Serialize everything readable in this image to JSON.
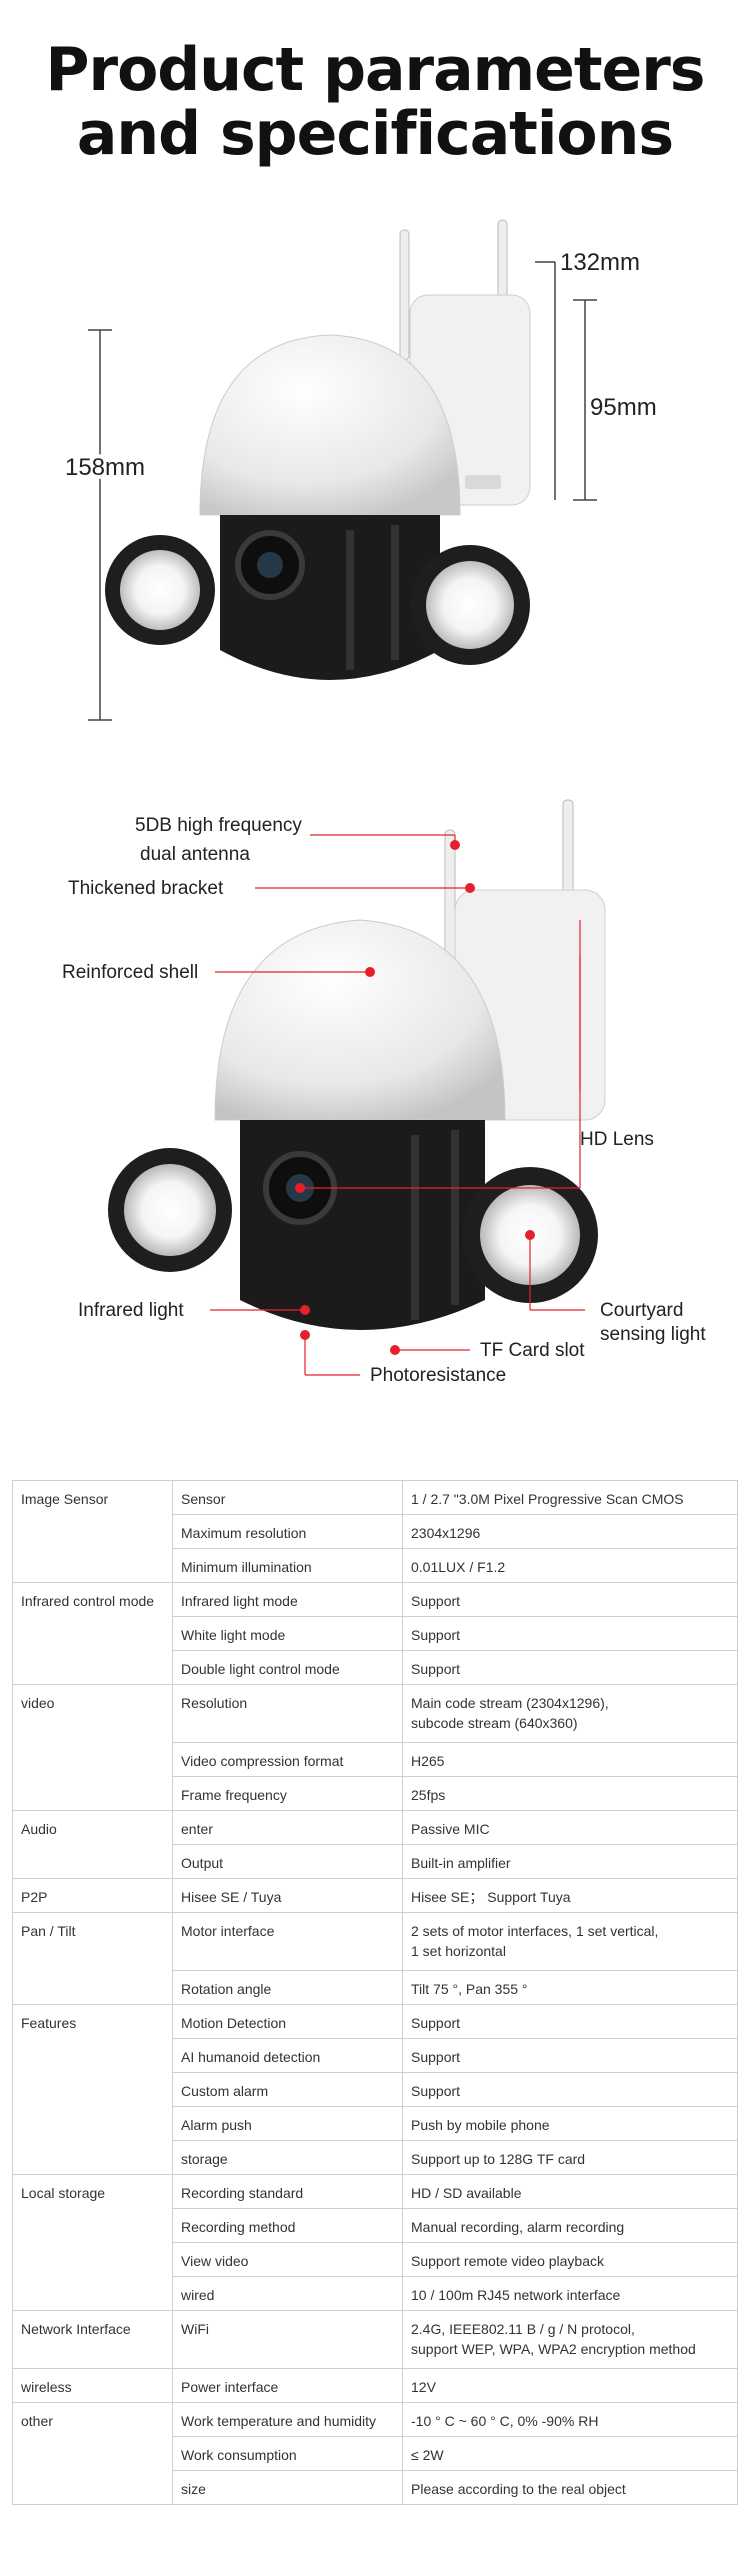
{
  "title": {
    "line1": "Product parameters",
    "line2": "and specifications"
  },
  "dimensions": {
    "total_height": "158mm",
    "bracket_depth": "132mm",
    "bracket_height": "95mm"
  },
  "callouts": {
    "antenna_line1": "5DB high frequency",
    "antenna_line2": "dual antenna",
    "bracket": "Thickened bracket",
    "shell": "Reinforced shell",
    "lens": "HD Lens",
    "infrared": "Infrared light",
    "courtyard_line1": "Courtyard",
    "courtyard_line2": "sensing light",
    "tf_card": "TF Card slot",
    "photoresistance": "Photoresistance"
  },
  "colors": {
    "callout_dot": "#e5202e",
    "camera_body": "#1b1b1b",
    "shell": "#f2f2f2"
  },
  "specs": [
    {
      "category": "Image Sensor",
      "rows": [
        {
          "item": "Sensor",
          "value": "1 / 2.7 \"3.0M Pixel Progressive Scan CMOS"
        },
        {
          "item": "Maximum resolution",
          "value": "2304x1296"
        },
        {
          "item": "Minimum illumination",
          "value": "0.01LUX / F1.2"
        }
      ]
    },
    {
      "category": "Infrared control mode",
      "rows": [
        {
          "item": "Infrared light mode",
          "value": "Support"
        },
        {
          "item": "White light mode",
          "value": "Support"
        },
        {
          "item": "Double light control mode",
          "value": "Support"
        }
      ]
    },
    {
      "category": "video",
      "rows": [
        {
          "item": "Resolution",
          "value": "Main code stream (2304x1296),\nsubcode stream (640x360)"
        },
        {
          "item": "Video compression format",
          "value": "H265"
        },
        {
          "item": "Frame frequency",
          "value": "25fps"
        }
      ]
    },
    {
      "category": "Audio",
      "rows": [
        {
          "item": "enter",
          "value": "Passive MIC"
        },
        {
          "item": "Output",
          "value": "Built-in amplifier"
        }
      ]
    },
    {
      "category": "P2P",
      "rows": [
        {
          "item": "Hisee SE / Tuya",
          "value": "Hisee SE； Support Tuya"
        }
      ]
    },
    {
      "category": "Pan / Tilt",
      "rows": [
        {
          "item": "Motor interface",
          "value": "2 sets of motor interfaces, 1 set vertical,\n1 set horizontal"
        },
        {
          "item": "Rotation angle",
          "value": "Tilt 75 °, Pan 355 °"
        }
      ]
    },
    {
      "category": "Features",
      "rows": [
        {
          "item": "Motion Detection",
          "value": "Support"
        },
        {
          "item": "AI humanoid detection",
          "value": "Support"
        },
        {
          "item": "Custom alarm",
          "value": "Support"
        },
        {
          "item": "Alarm push",
          "value": "Push by mobile phone"
        },
        {
          "item": "storage",
          "value": "Support up to 128G TF card"
        }
      ]
    },
    {
      "category": "Local storage",
      "rows": [
        {
          "item": "Recording standard",
          "value": "HD / SD available"
        },
        {
          "item": "Recording method",
          "value": "Manual recording, alarm recording"
        },
        {
          "item": "View video",
          "value": "Support remote video playback"
        },
        {
          "item": "wired",
          "value": "10 / 100m RJ45 network interface"
        }
      ]
    },
    {
      "category": "Network Interface",
      "rows": [
        {
          "item": "WiFi",
          "value": "2.4G, IEEE802.11 B / g / N protocol,\nsupport WEP, WPA, WPA2 encryption method"
        }
      ]
    },
    {
      "category": "wireless",
      "rows": [
        {
          "item": "Power interface",
          "value": "12V"
        }
      ]
    },
    {
      "category": "other",
      "rows": [
        {
          "item": "Work temperature and humidity",
          "value": "-10 ° C ~ 60 ° C, 0% -90% RH"
        },
        {
          "item": "Work consumption",
          "value": "≤ 2W"
        },
        {
          "item": "size",
          "value": "Please according to the real object"
        }
      ]
    }
  ]
}
